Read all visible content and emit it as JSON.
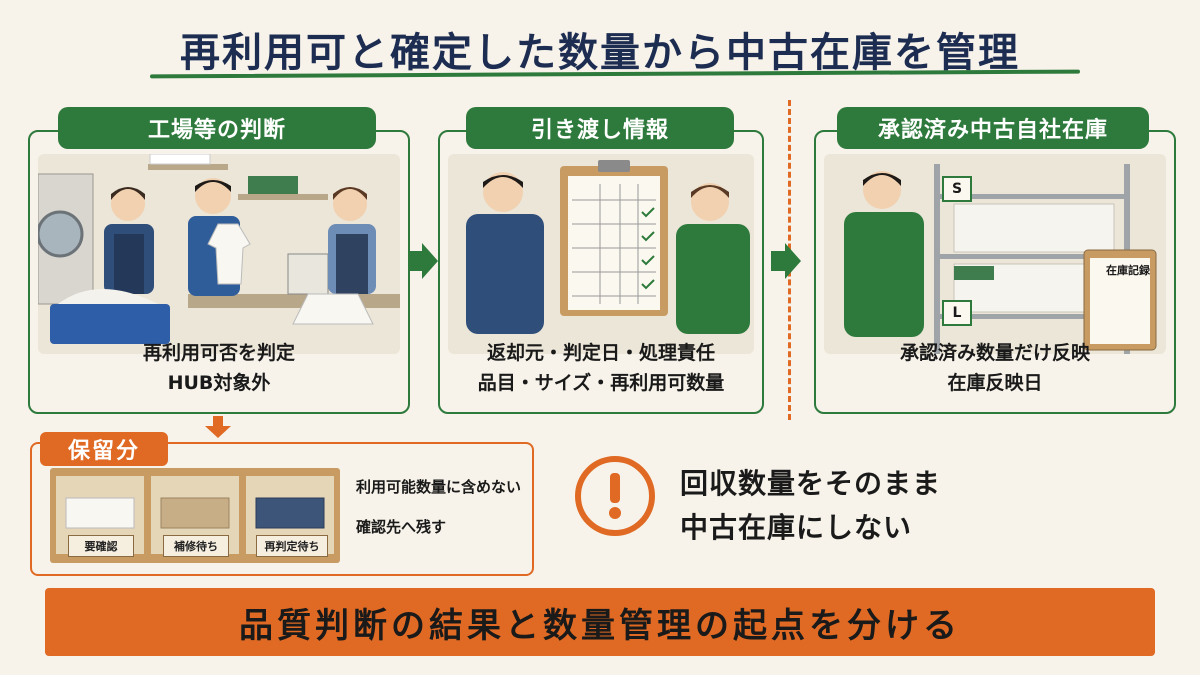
{
  "title": "再利用可と確定した数量から中古在庫を管理",
  "panels": [
    {
      "header": "工場等の判断",
      "caption_lines": [
        "再利用可否を判定",
        "HUB対象外"
      ]
    },
    {
      "header": "引き渡し情報",
      "caption_lines": [
        "返却元・判定日・処理責任",
        "品目・サイズ・再利用可数量"
      ]
    },
    {
      "header": "承認済み中古自社在庫",
      "caption_lines": [
        "承認済み数量だけ反映",
        "在庫反映日"
      ],
      "shelf_tags": [
        "S",
        "L"
      ],
      "clipboard_title": "在庫記録"
    }
  ],
  "hold": {
    "header": "保留分",
    "shelf_labels": [
      "要確認",
      "補修待ち",
      "再判定待ち"
    ],
    "notes": [
      "利用可能数量に含めない",
      "確認先へ残す"
    ]
  },
  "warning": {
    "lines": [
      "回収数量をそのまま",
      "中古在庫にしない"
    ]
  },
  "footer": "品質判断の結果と数量管理の起点を分ける",
  "colors": {
    "green": "#2e7a3c",
    "orange": "#e06a23",
    "navy": "#1d2d52"
  }
}
